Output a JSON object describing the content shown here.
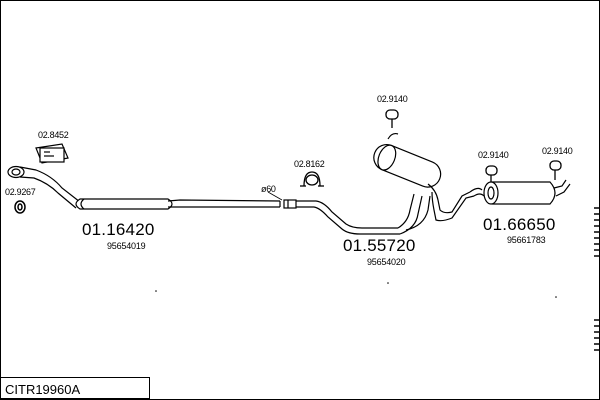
{
  "diagram": {
    "code": "CITR19960A",
    "parts": [
      {
        "number": "01.16420",
        "oe": "95654019"
      },
      {
        "number": "01.55720",
        "oe": "95654020"
      },
      {
        "number": "01.66650",
        "oe": "95661783"
      }
    ],
    "accessories": [
      {
        "ref": "02.8452"
      },
      {
        "ref": "02.9267"
      },
      {
        "ref": "02.8162"
      },
      {
        "ref": "02.9140"
      },
      {
        "ref": "02.9140"
      },
      {
        "ref": "02.9140"
      }
    ],
    "diameter_label": "ø60"
  }
}
